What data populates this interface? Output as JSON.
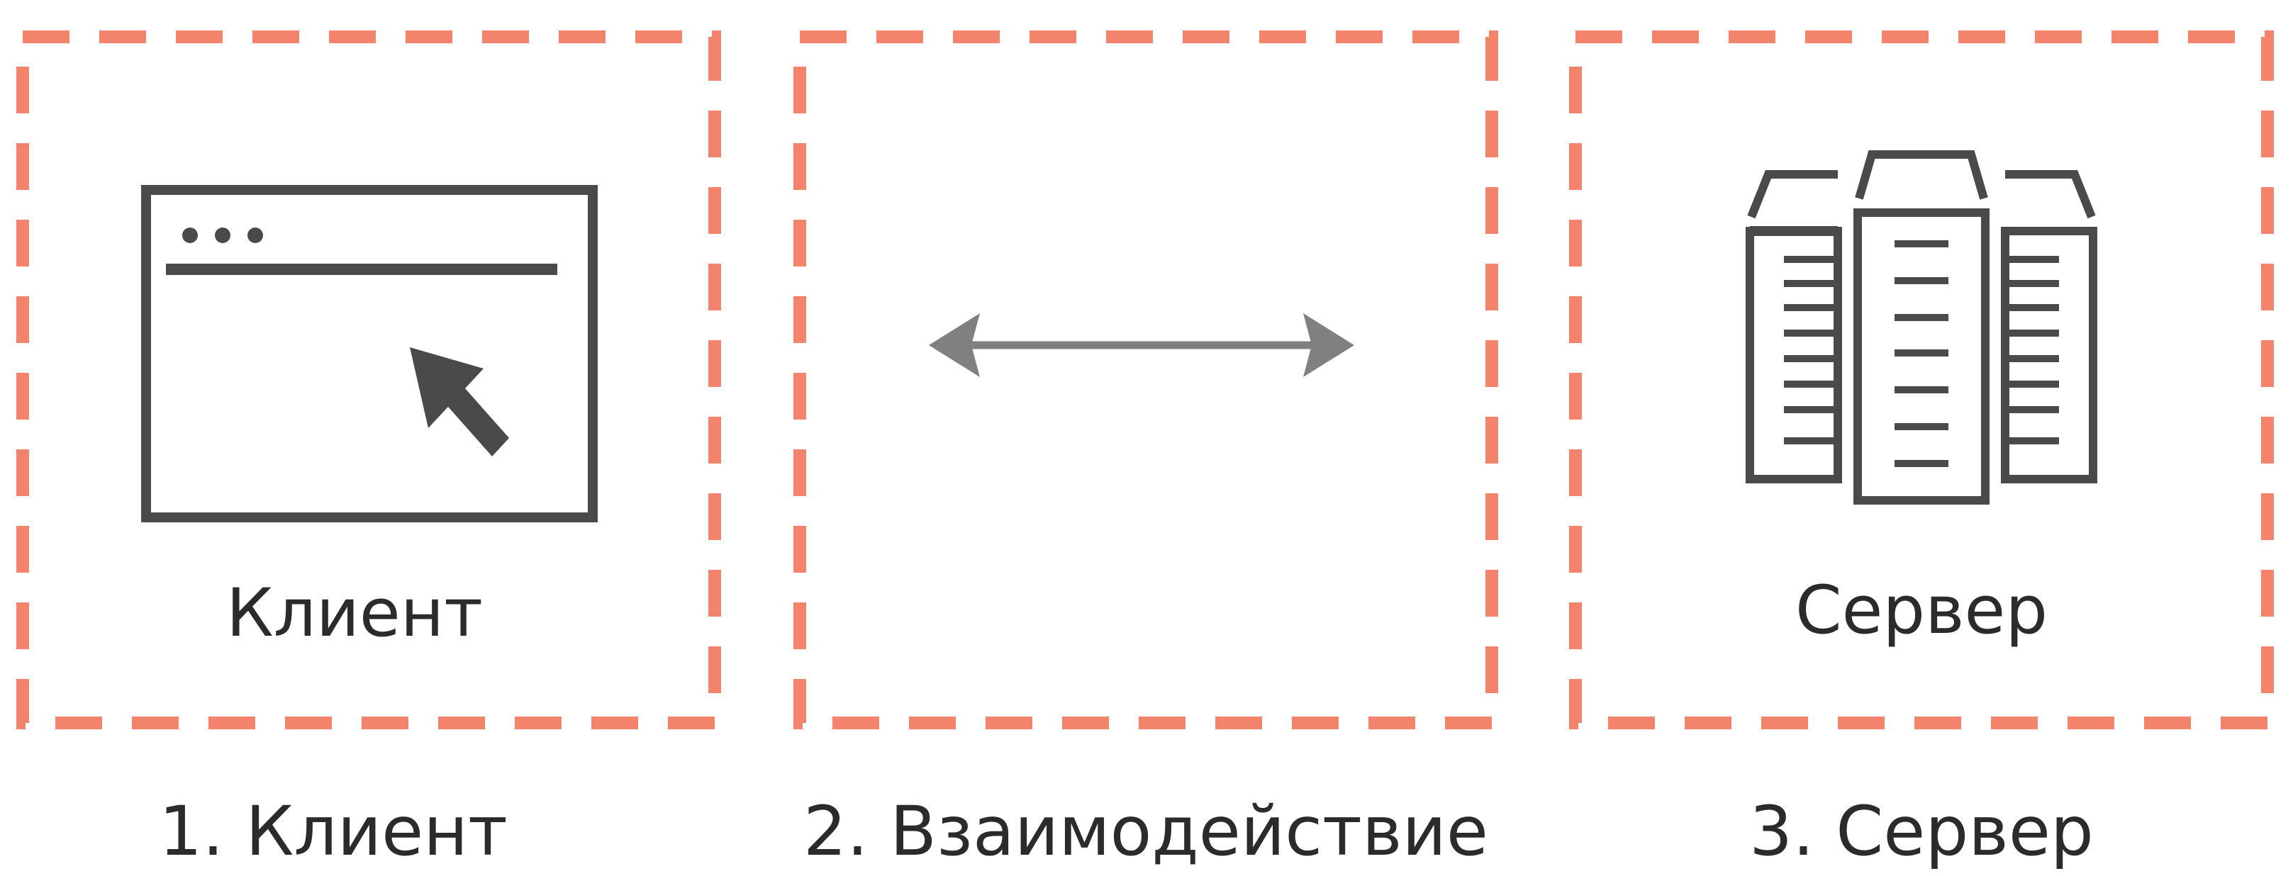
{
  "boxes": [
    {
      "id": "client",
      "label": "Клиент",
      "icon": "browser-window-icon"
    },
    {
      "id": "interaction",
      "label": "",
      "icon": "double-arrow-icon"
    },
    {
      "id": "server",
      "label": "Сервер",
      "icon": "server-rack-icon"
    }
  ],
  "captions": [
    "1. Клиент",
    "2. Взаимодействие",
    "3. Сервер"
  ],
  "colors": {
    "dashed_border": "#f4836c",
    "icon": "#4a4a4a",
    "arrow": "#808080",
    "text": "#2b2b2b",
    "background": "#ffffff"
  }
}
